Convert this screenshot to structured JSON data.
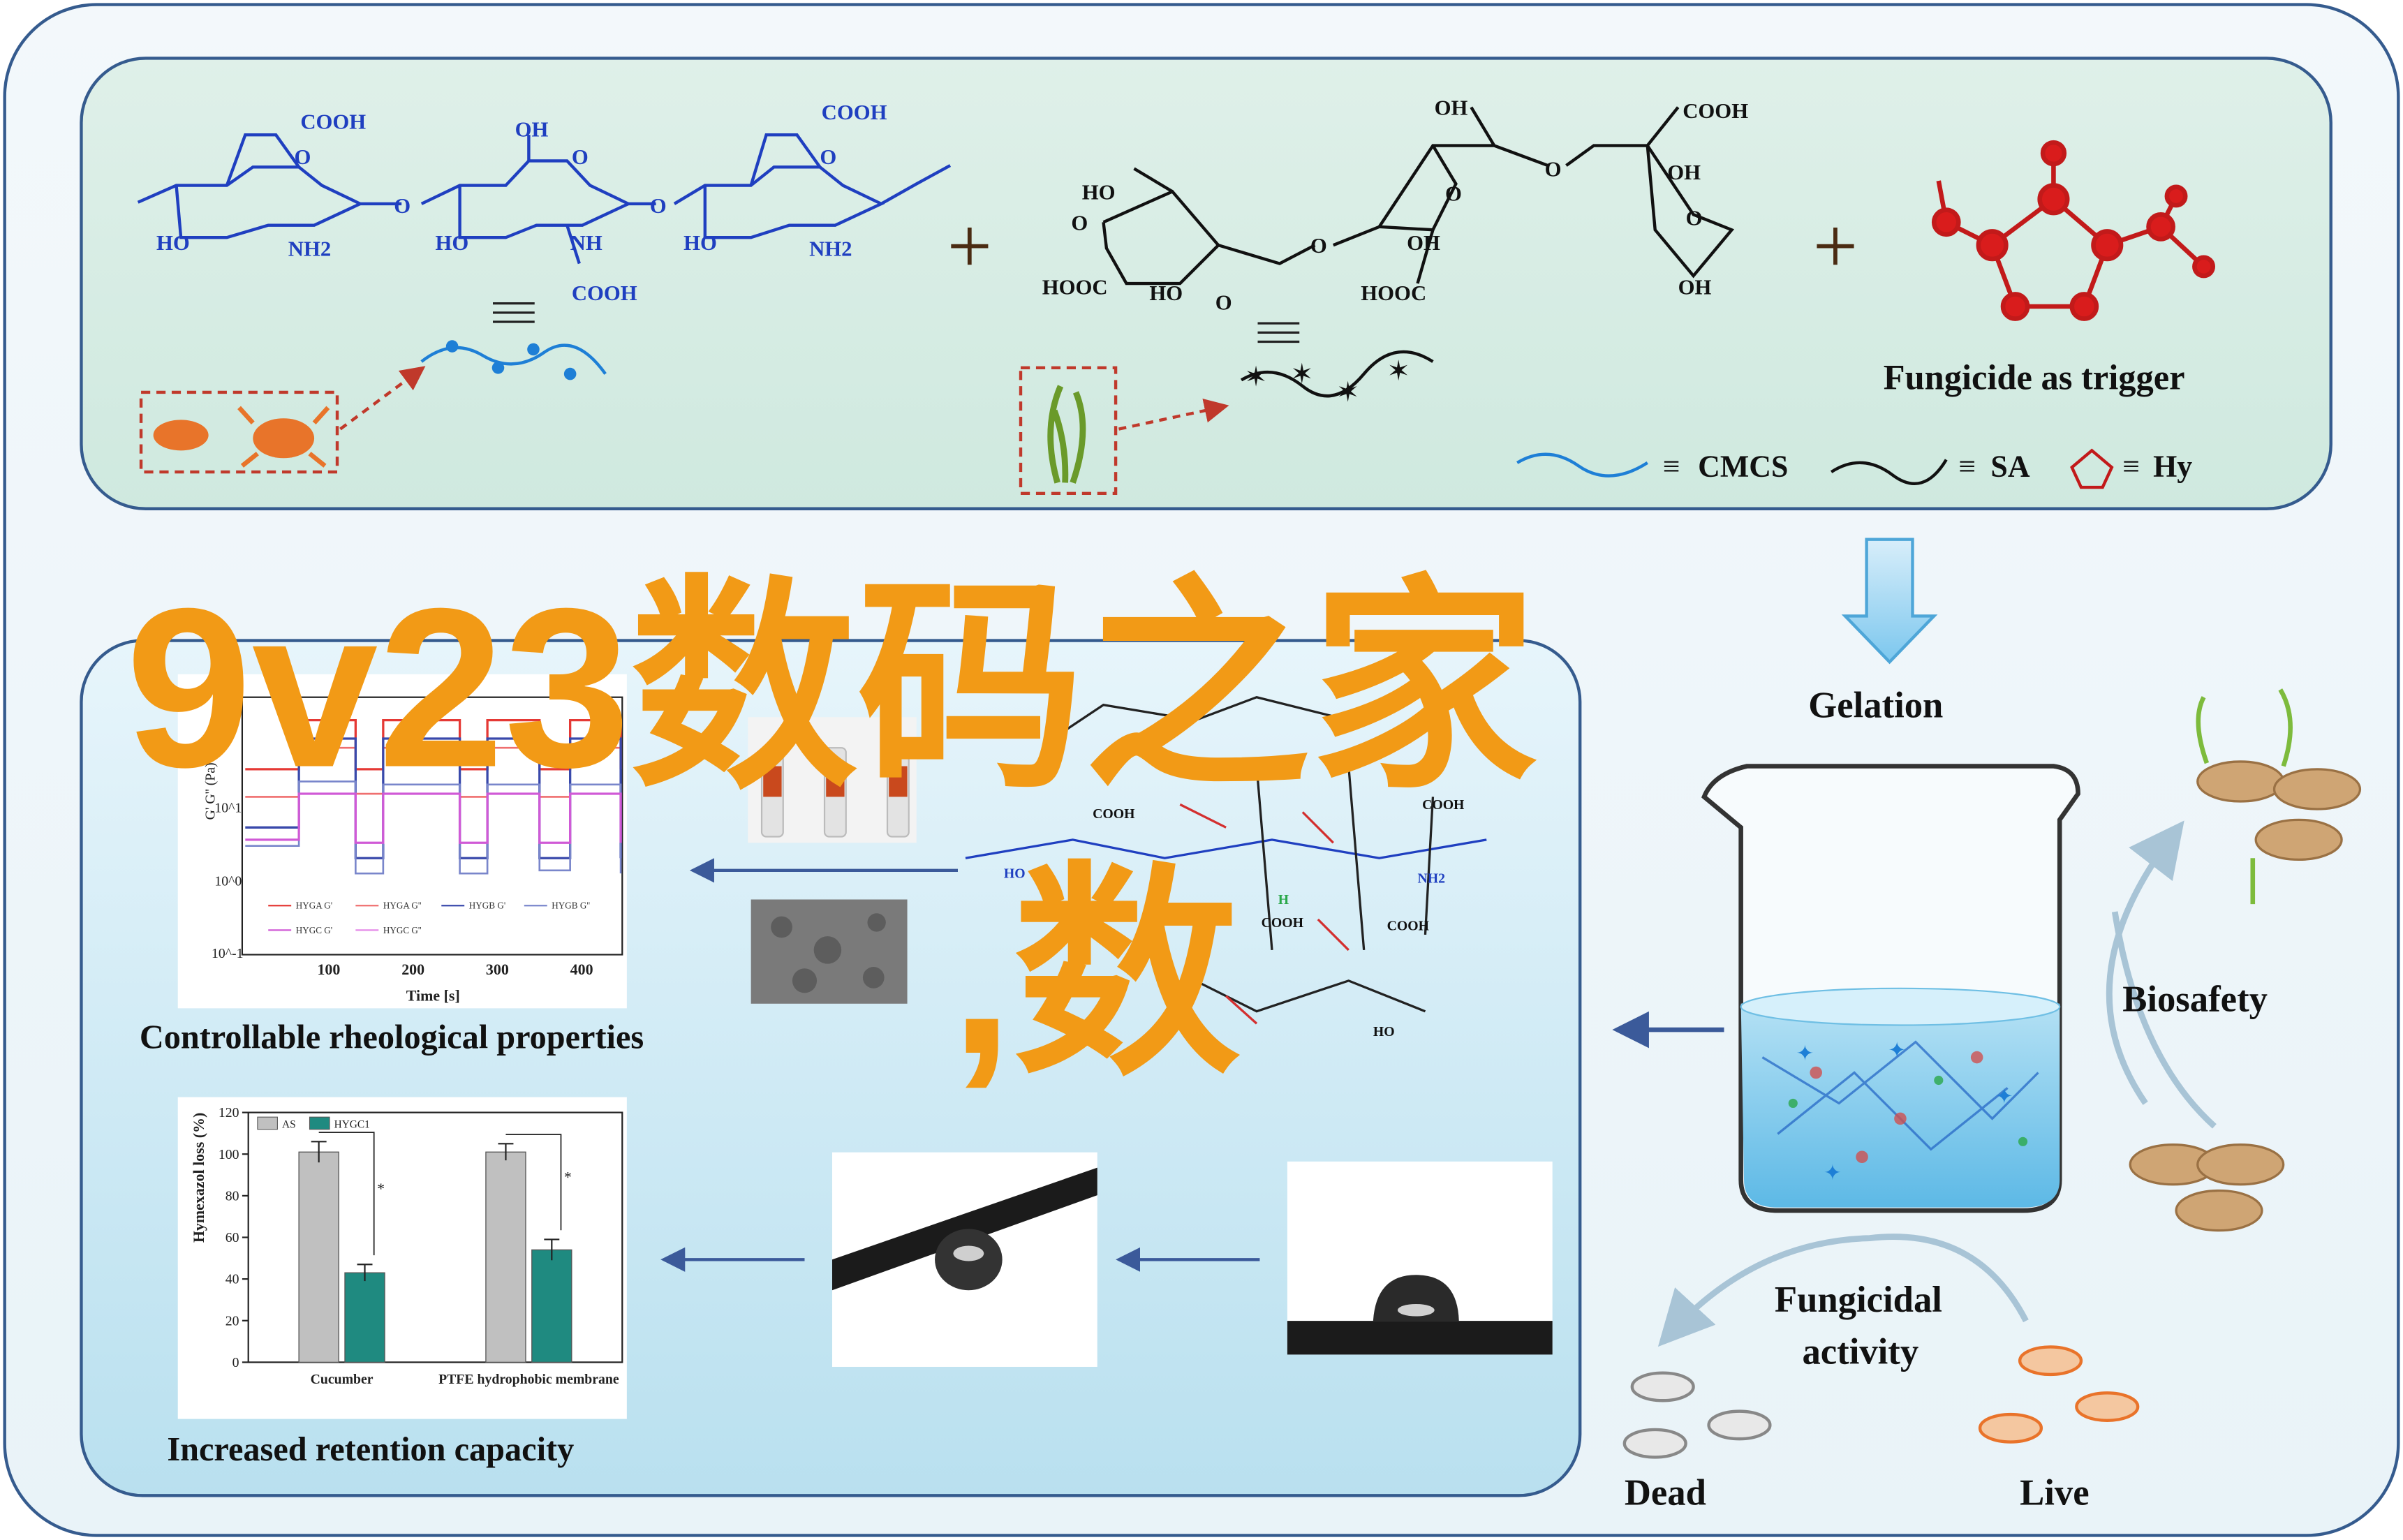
{
  "top_panel": {
    "cmcs_labels": {
      "cooh1": "COOH",
      "cooh2": "COOH",
      "cooh3": "COOH",
      "oh1": "OH",
      "o1": "O",
      "o2": "O",
      "o3": "O",
      "o4": "O",
      "o5": "O",
      "ho1": "HO",
      "ho2": "HO",
      "ho3": "HO",
      "nh2a": "NH2",
      "nh2b": "NH2",
      "nh": "NH"
    },
    "sa_labels": {
      "oh_top": "OH",
      "cooh_top": "COOH",
      "ho_a": "HO",
      "hooc_a": "HOOC",
      "ho_b": "HO",
      "oh_mid": "OH",
      "hooc_b": "HOOC",
      "oh_r": "OH",
      "oh_bottom": "OH",
      "o_a": "O",
      "o_b": "O",
      "o_c": "O",
      "o_d": "O",
      "o_e": "O",
      "o_f": "O"
    },
    "plus_sign": "+",
    "equiv_sign": "|||",
    "trigger_label": "Fungicide as trigger",
    "legend": [
      {
        "symbol": "≡",
        "label": "CMCS"
      },
      {
        "symbol": "≡",
        "label": "SA"
      },
      {
        "symbol": "≡",
        "label": "Hy"
      }
    ]
  },
  "process": {
    "gelation": "Gelation",
    "biosafety": "Biosafety",
    "fungicidal_line1": "Fungicidal",
    "fungicidal_line2": "activity",
    "dead": "Dead",
    "live": "Live"
  },
  "rheology": {
    "title": "Controllable rheological properties",
    "ylabel": "G' G'' (Pa)",
    "xlabel": "Time [s]",
    "x_ticks": [
      "100",
      "200",
      "300",
      "400"
    ],
    "y_ticks": [
      "10^1",
      "10^0",
      "10^-1"
    ],
    "legend": [
      "HYGA G'",
      "HYGA G''",
      "HYGB G'",
      "HYGB G''",
      "HYGC G'",
      "HYGC G''"
    ]
  },
  "retention": {
    "title": "Increased retention capacity",
    "legend": [
      "AS",
      "HYGC1"
    ],
    "star": "*"
  },
  "watermark": {
    "line1": "9v23数码之家",
    "line2": ",数"
  },
  "chart_data": {
    "type": "bar",
    "categories": [
      "Cucumber",
      "PTFE hydrophobic membrane"
    ],
    "series": [
      {
        "name": "AS",
        "values": [
          101,
          101
        ],
        "errors": [
          5,
          4
        ]
      },
      {
        "name": "HYGC1",
        "values": [
          43,
          54
        ],
        "errors": [
          4,
          5
        ]
      }
    ],
    "ylabel": "Hymexazol loss (%)",
    "ylim": [
      0,
      120
    ],
    "yticks": [
      0,
      20,
      40,
      60,
      80,
      100,
      120
    ],
    "colors": {
      "AS": "#c0c0c0",
      "HYGC1": "#1f8a80"
    }
  }
}
